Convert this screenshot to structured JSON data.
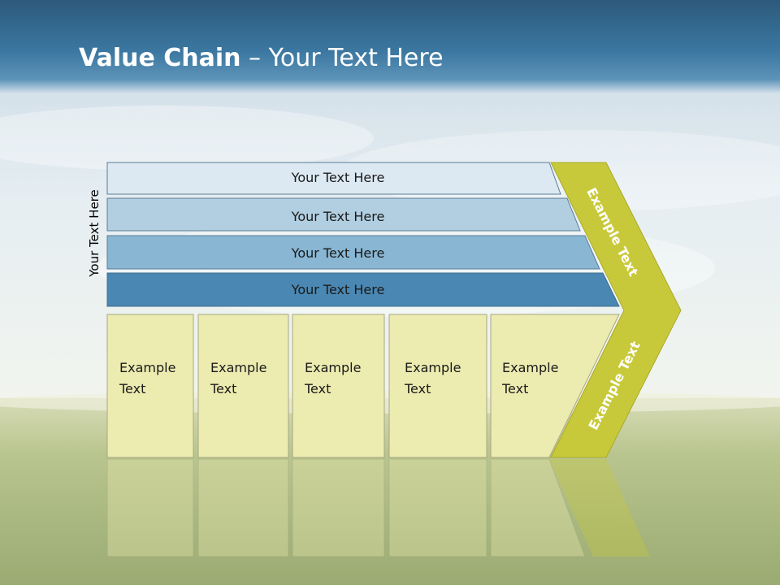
{
  "title": {
    "bold": "Value Chain",
    "rest": " – Your Text Here"
  },
  "side_label": "Your Text Here",
  "support_rows": [
    {
      "label": "Your Text Here",
      "color": "#dce9f3"
    },
    {
      "label": "Your Text Here",
      "color": "#b2cfe2"
    },
    {
      "label": "Your Text Here",
      "color": "#88b6d3"
    },
    {
      "label": "Your Text Here",
      "color": "#4a87b2"
    }
  ],
  "primary_boxes": [
    {
      "line1": "Example",
      "line2": "Text"
    },
    {
      "line1": "Example",
      "line2": "Text"
    },
    {
      "line1": "Example",
      "line2": "Text"
    },
    {
      "line1": "Example",
      "line2": "Text"
    },
    {
      "line1": "Example",
      "line2": "Text"
    }
  ],
  "arrow_upper": "Example Text",
  "arrow_lower": "Example Text",
  "colors": {
    "box_fill": "#ecebb0",
    "arrow_fill": "#c8c93a",
    "header": "#3b77a0"
  }
}
